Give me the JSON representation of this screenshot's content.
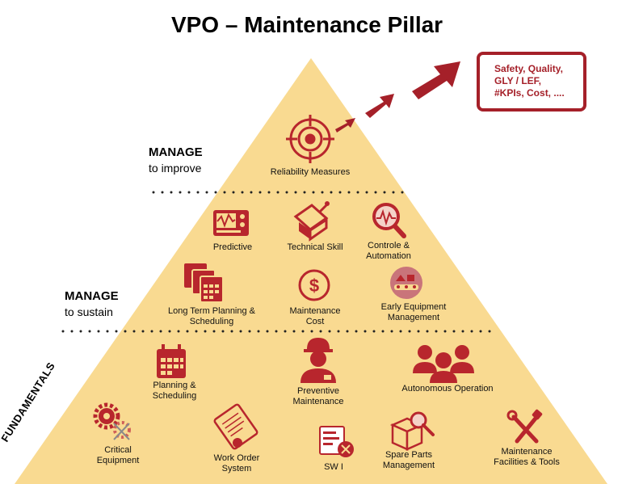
{
  "title": "VPO – Maintenance Pillar",
  "colors": {
    "pyramid": "#f9da91",
    "accent": "#a52029",
    "icon": "#b8262d"
  },
  "kpi_box": {
    "lines": [
      "Safety, Quality,",
      "GLY / LEF,",
      "#KPIs, Cost, ...."
    ]
  },
  "levels": {
    "improve": {
      "heading": "MANAGE",
      "sub": "to improve"
    },
    "sustain": {
      "heading": "MANAGE",
      "sub": "to sustain"
    },
    "fundamentals": {
      "label": "FUNDAMENTALS"
    }
  },
  "items": {
    "reliability": {
      "label": "Reliability Measures",
      "icon": "target-icon"
    },
    "predictive": {
      "label": "Predictive",
      "icon": "oscilloscope-icon"
    },
    "technical_skill": {
      "label": "Technical Skill",
      "icon": "skill-icon"
    },
    "controle": {
      "label": "Controle & Automation",
      "icon": "magnifier-wave-icon"
    },
    "long_term": {
      "label": "Long Term Planning & Scheduling",
      "icon": "calendars-icon"
    },
    "maint_cost": {
      "label": "Maintenance Cost",
      "icon": "dollar-icon"
    },
    "early_equipment": {
      "label": "Early Equipment Management",
      "icon": "conveyor-icon"
    },
    "planning": {
      "label": "Planning & Scheduling",
      "icon": "calendar-icon"
    },
    "preventive": {
      "label": "Preventive Maintenance",
      "icon": "worker-icon"
    },
    "autonomous": {
      "label": "Autonomous Operation",
      "icon": "team-icon"
    },
    "critical": {
      "label": "Critical Equipment",
      "icon": "gears-icon"
    },
    "work_order": {
      "label": "Work Order System",
      "icon": "document-icon"
    },
    "sw": {
      "label": "SW I",
      "icon": "sw-icon"
    },
    "spare_parts": {
      "label": "Spare Parts Management",
      "icon": "box-icon"
    },
    "facilities": {
      "label": "Maintenance Facilities & Tools",
      "icon": "tools-icon"
    }
  }
}
